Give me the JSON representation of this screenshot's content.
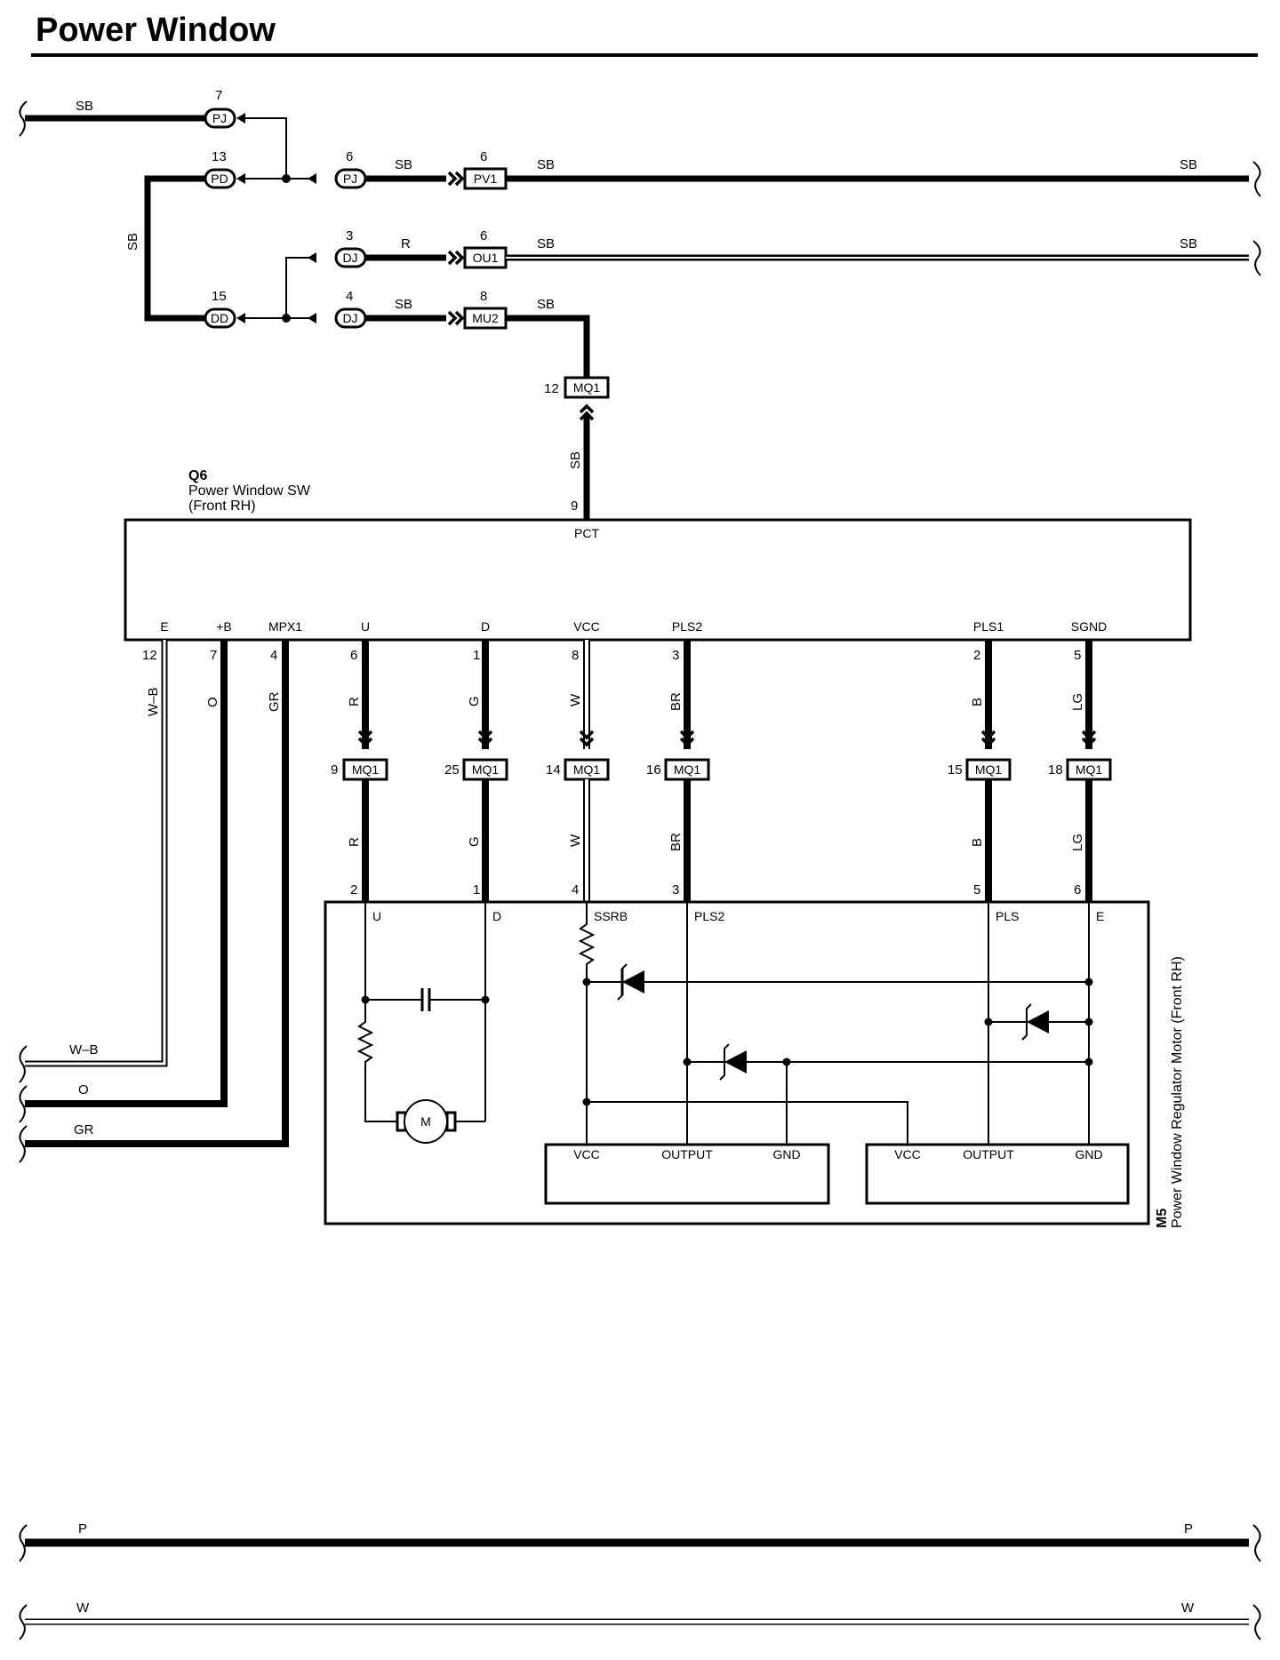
{
  "title": "Power Window",
  "components": {
    "q6": {
      "id": "Q6",
      "name": "Power Window SW",
      "sub": "(Front RH)"
    },
    "m5": {
      "id": "M5",
      "name": "Power Window Regulator Motor (Front RH)"
    }
  },
  "colors": {
    "line": "#000000",
    "background": "#ffffff"
  },
  "wires": {
    "sb": "SB",
    "r": "R",
    "g": "G",
    "w": "W",
    "br": "BR",
    "b": "B",
    "lg": "LG",
    "o": "O",
    "gr": "GR",
    "wb": "W–B",
    "p": "P"
  },
  "connectors": {
    "pj": "PJ",
    "pd": "PD",
    "dd": "DD",
    "dj": "DJ",
    "pv1": "PV1",
    "ou1": "OU1",
    "mu2": "MU2",
    "mq1": "MQ1"
  },
  "pins": {
    "pj7": "7",
    "pd13": "13",
    "dd15": "15",
    "pj6": "6",
    "dj3": "3",
    "dj4": "4",
    "pv1": "6",
    "ou1": "6",
    "mu2": "8",
    "mq12": "12",
    "pct": "9",
    "e": "12",
    "b_plus": "7",
    "mpx1": "4",
    "u": "6",
    "d": "1",
    "vcc": "8",
    "pls2": "3",
    "pls1": "2",
    "sgnd": "5",
    "mq_u": "9",
    "mq_d": "25",
    "mq_vcc": "14",
    "mq_pls2": "16",
    "mq_pls1": "15",
    "mq_sgnd": "18",
    "m_u": "2",
    "m_d": "1",
    "m_ssrb": "4",
    "m_pls2": "3",
    "m_pls": "5",
    "m_e": "6"
  },
  "terminals": {
    "pct": "PCT",
    "e": "E",
    "b_plus": "+B",
    "mpx1": "MPX1",
    "u": "U",
    "d": "D",
    "vcc": "VCC",
    "pls2": "PLS2",
    "pls1": "PLS1",
    "sgnd": "SGND"
  },
  "motor_terminals": {
    "u": "U",
    "d": "D",
    "ssrb": "SSRB",
    "pls2": "PLS2",
    "pls": "PLS",
    "e": "E"
  },
  "sensors": {
    "vcc": "VCC",
    "output": "OUTPUT",
    "gnd": "GND"
  },
  "motor_symbol": "M"
}
